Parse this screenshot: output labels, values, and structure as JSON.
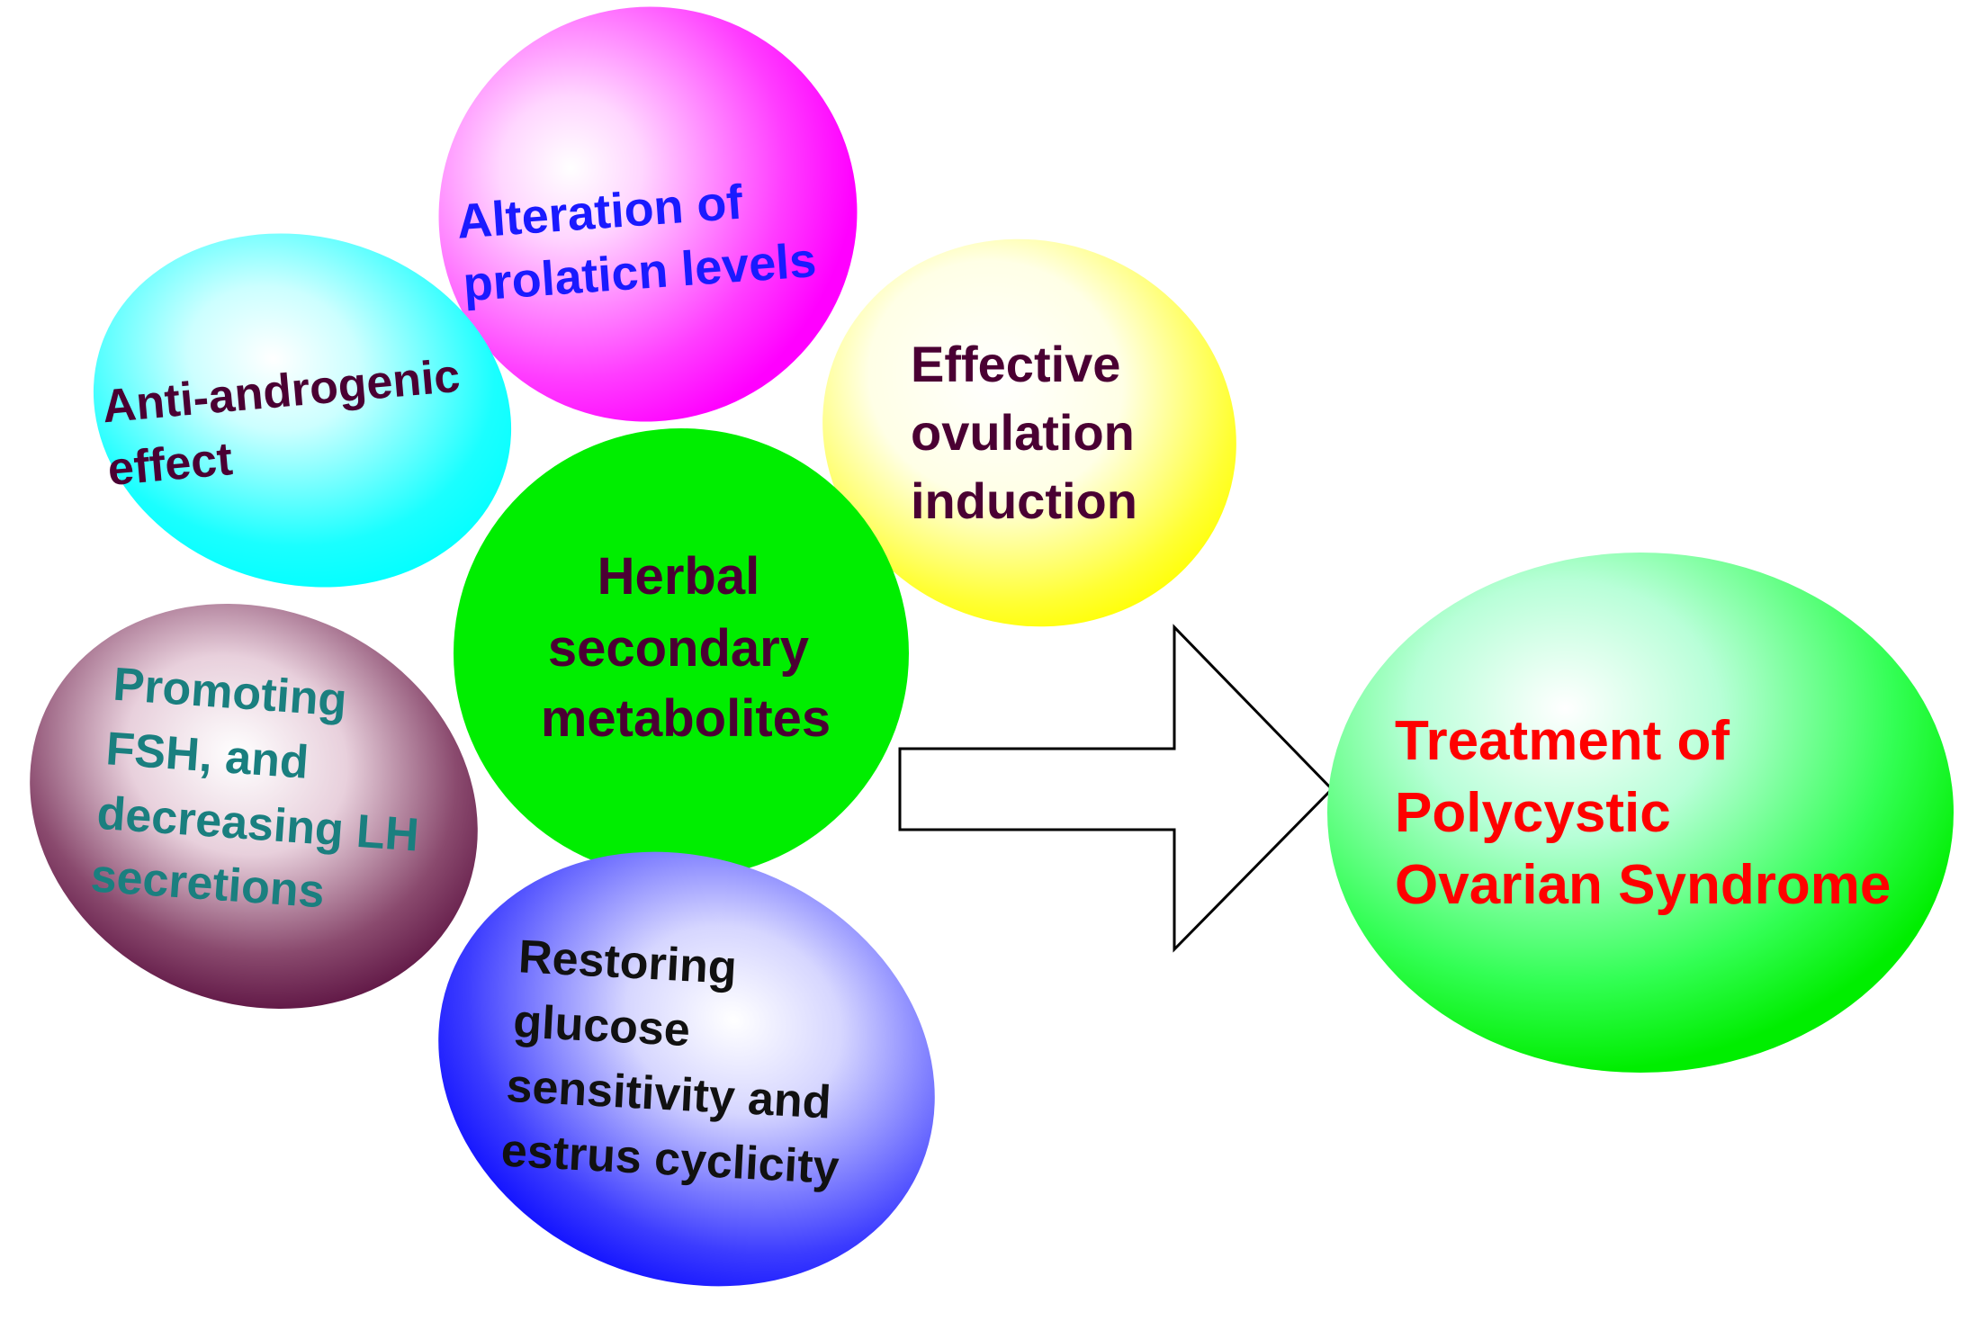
{
  "colors": {
    "magenta": "#ff00ff",
    "cyan": "#00ffff",
    "yellow": "#ffff00",
    "green": "#00ff00",
    "plum": "#4d0033",
    "blue": "#0000ff",
    "text_blue": "#1a1aff",
    "text_dark_purple": "#4a0033",
    "text_teal": "#1a7f7f",
    "text_black": "#111111",
    "text_red": "#ff0000"
  },
  "center": {
    "lines": [
      "Herbal",
      "secondary",
      "metabolites"
    ]
  },
  "effects": [
    {
      "name": "prolactin",
      "lines": [
        "Alteration of",
        "prolaticn levels"
      ]
    },
    {
      "name": "anti-androgenic",
      "lines": [
        "Anti-androgenic",
        "effect"
      ]
    },
    {
      "name": "ovulation",
      "lines": [
        "Effective",
        "ovulation",
        "induction"
      ]
    },
    {
      "name": "fsh-lh",
      "lines": [
        "Promoting",
        "FSH, and",
        "decreasing LH",
        "secretions"
      ]
    },
    {
      "name": "glucose",
      "lines": [
        "Restoring",
        "glucose",
        "sensitivity and",
        "estrus cyclicity"
      ]
    }
  ],
  "outcome": {
    "lines": [
      "Treatment of",
      "Polycystic",
      "Ovarian Syndrome"
    ]
  },
  "arrow": {
    "icon": "right-arrow-icon"
  }
}
